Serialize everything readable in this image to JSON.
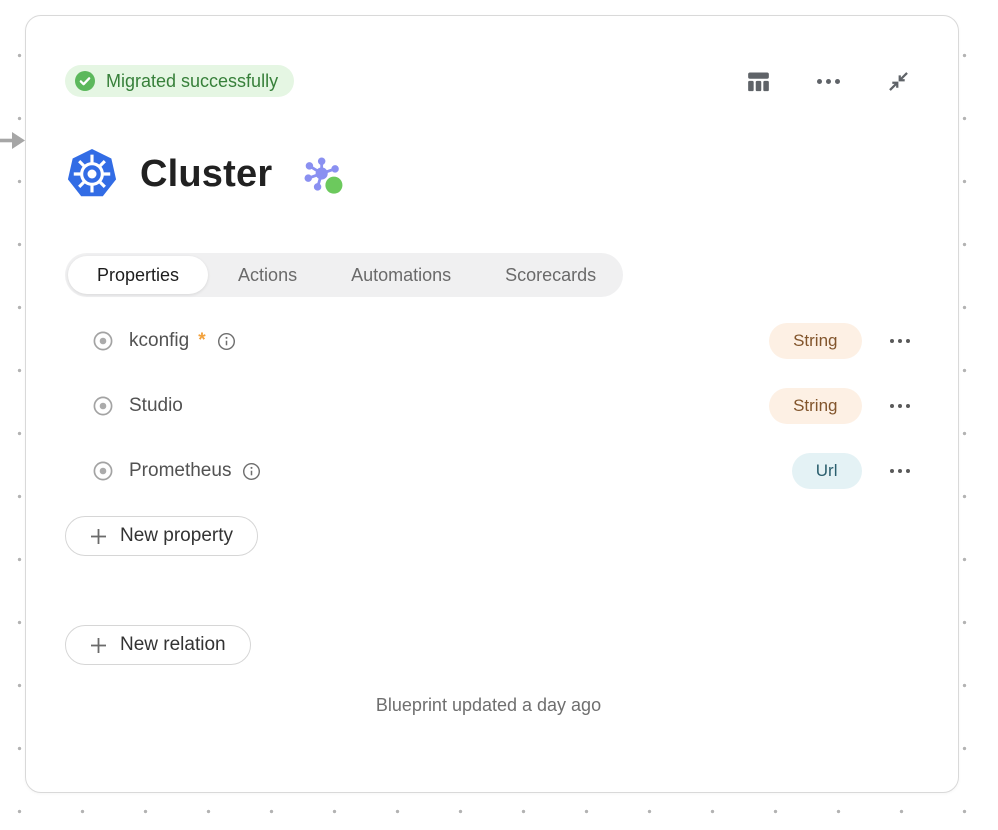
{
  "status_badge": {
    "label": "Migrated successfully"
  },
  "header_icons": [
    {
      "name": "table-view-icon"
    },
    {
      "name": "more-options-icon"
    },
    {
      "name": "collapse-icon"
    }
  ],
  "title": {
    "text": "Cluster"
  },
  "tabs": [
    {
      "label": "Properties",
      "active": true
    },
    {
      "label": "Actions",
      "active": false
    },
    {
      "label": "Automations",
      "active": false
    },
    {
      "label": "Scorecards",
      "active": false
    }
  ],
  "properties": {
    "required_marker": "*",
    "rows": [
      {
        "name": "kconfig",
        "required": true,
        "has_info": true,
        "type": "String",
        "badge_bg": "#fdf0e4",
        "badge_text": "#82552c"
      },
      {
        "name": "Studio",
        "required": false,
        "has_info": false,
        "type": "String",
        "badge_bg": "#fdf0e4",
        "badge_text": "#82552c"
      },
      {
        "name": "Prometheus",
        "required": false,
        "has_info": true,
        "type": "Url",
        "badge_bg": "#e4f2f5",
        "badge_text": "#2b5f6e"
      }
    ]
  },
  "buttons": {
    "new_property": "New property",
    "new_relation": "New relation"
  },
  "footer": {
    "text": "Blueprint updated a day ago"
  },
  "colors": {
    "status_green": "#37803a",
    "status_bg": "#e5f6e3",
    "kubernetes_blue": "#326ce5",
    "network_purple": "#8a90f1",
    "network_green": "#6cc95d",
    "required_orange": "#f2a13c"
  }
}
